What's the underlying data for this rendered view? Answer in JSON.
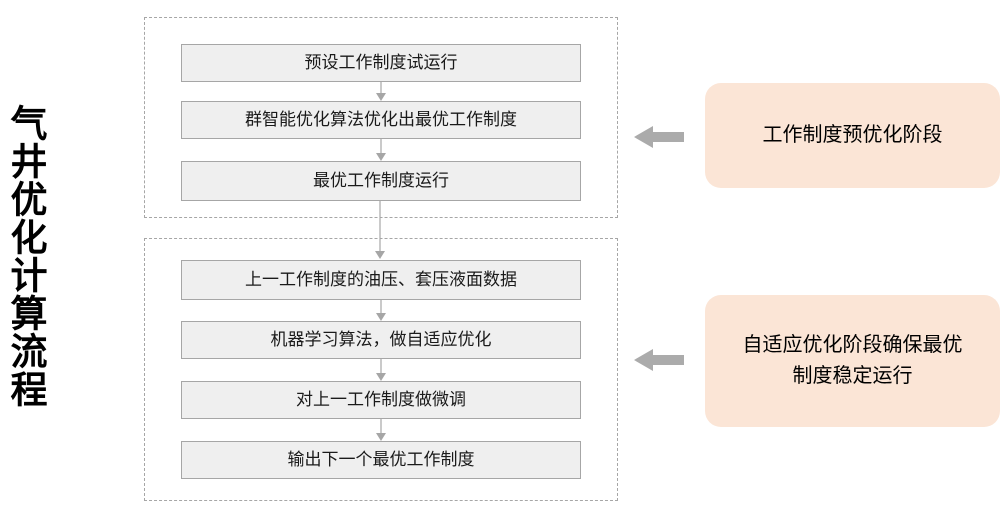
{
  "page": {
    "title": "气井优化计算流程"
  },
  "flow": {
    "stage1": {
      "steps": [
        "预设工作制度试运行",
        "群智能优化算法优化出最优工作制度",
        "最优工作制度运行"
      ],
      "label": "工作制度预优化阶段"
    },
    "stage2": {
      "steps": [
        "上一工作制度的油压、套压液面数据",
        "机器学习算法，做自适应优化",
        "对上一工作制度做微调",
        "输出下一个最优工作制度"
      ],
      "label": "自适应优化阶段确保最优制度稳定运行"
    }
  },
  "icons": {
    "down_arrow": "down-arrow-icon",
    "left_block_arrow": "left-arrow-icon"
  },
  "colors": {
    "step_box_fill": "#efefef",
    "step_box_border": "#a6a6a6",
    "stage_dashed_border": "#a6a6a6",
    "stage_label_fill": "#fbe5d6",
    "arrow_gray": "#ababab",
    "text": "#1a1a1a",
    "title_text": "#000000",
    "background": "#ffffff"
  }
}
